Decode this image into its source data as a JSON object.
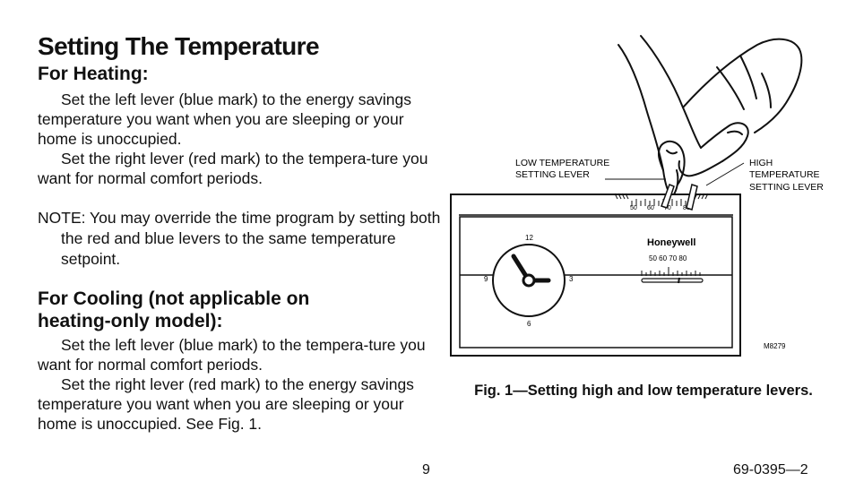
{
  "document": {
    "title": "Setting The Temperature",
    "heating": {
      "heading": "For Heating:",
      "para1": "Set the left lever (blue mark) to the energy savings temperature you want when you are sleeping or your home is unoccupied.",
      "para2": "Set the right lever (red mark) to the tempera-ture you want for normal comfort periods.",
      "note": "NOTE: You may override the time program by setting both the red and blue levers to the same temperature setpoint."
    },
    "cooling": {
      "heading_line1": "For Cooling (not applicable on",
      "heading_line2": "heating-only model):",
      "para1": "Set the left lever (blue mark) to the tempera-ture you want for normal comfort periods.",
      "para2": "Set the right lever (red mark) to the energy savings temperature you want when you are sleeping or your home is unoccupied. See Fig. 1."
    }
  },
  "figure": {
    "low_label_line1": "LOW TEMPERATURE",
    "low_label_line2": "SETTING LEVER",
    "high_label_line1": "HIGH",
    "high_label_line2": "TEMPERATURE",
    "high_label_line3": "SETTING LEVER",
    "lever_scale": [
      "50",
      "60",
      "70",
      "80"
    ],
    "brand": "Honeywell",
    "front_scale": "50 60 70 80",
    "clock_12": "12",
    "clock_3": "3",
    "clock_6": "6",
    "clock_9": "9",
    "part_number": "M8279",
    "caption": "Fig. 1—Setting high and low temperature levers."
  },
  "footer": {
    "page_number": "9",
    "doc_number": "69-0395—2"
  }
}
